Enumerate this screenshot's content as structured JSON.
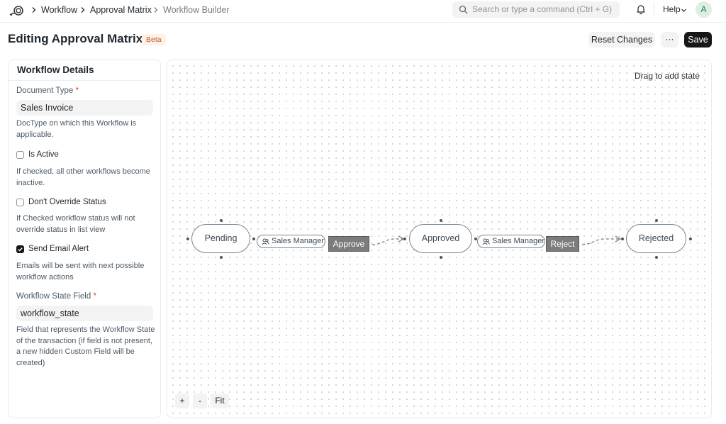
{
  "navbar": {
    "breadcrumbs": [
      "Workflow",
      "Approval Matrix",
      "Workflow Builder"
    ],
    "search_placeholder": "Search or type a command (Ctrl + G)",
    "help_label": "Help",
    "avatar_initial": "A"
  },
  "page": {
    "title": "Editing Approval Matrix",
    "badge": "Beta",
    "reset_label": "Reset Changes",
    "more_label": "···",
    "save_label": "Save"
  },
  "sidebar": {
    "title": "Workflow Details",
    "document_type": {
      "label": "Document Type",
      "required": "*",
      "value": "Sales Invoice",
      "description": "DocType on which this Workflow is applicable."
    },
    "is_active": {
      "label": "Is Active",
      "checked": false,
      "description": "If checked, all other workflows become inactive."
    },
    "dont_override": {
      "label": "Don't Override Status",
      "checked": false,
      "description": "If Checked workflow status will not override status in list view"
    },
    "send_email": {
      "label": "Send Email Alert",
      "checked": true,
      "description": "Emails will be sent with next possible workflow actions"
    },
    "state_field": {
      "label": "Workflow State Field",
      "required": "*",
      "value": "workflow_state",
      "description": "Field that represents the Workflow State of the transaction (if field is not present, a new hidden Custom Field will be created)"
    }
  },
  "canvas": {
    "drag_hint": "Drag to add state",
    "states": [
      "Pending",
      "Approved",
      "Rejected"
    ],
    "transitions": [
      {
        "role": "Sales Manager",
        "action": "Approve"
      },
      {
        "role": "Sales Manager",
        "action": "Reject"
      }
    ],
    "zoom_in": "+",
    "zoom_out": "-",
    "fit": "Fit"
  },
  "colors": {
    "primary_button": "#171717",
    "beta_text": "#c45d2a",
    "beta_bg": "#fff1e7",
    "action_button": "#7c7c7c",
    "avatar_bg": "#dcefe0"
  }
}
